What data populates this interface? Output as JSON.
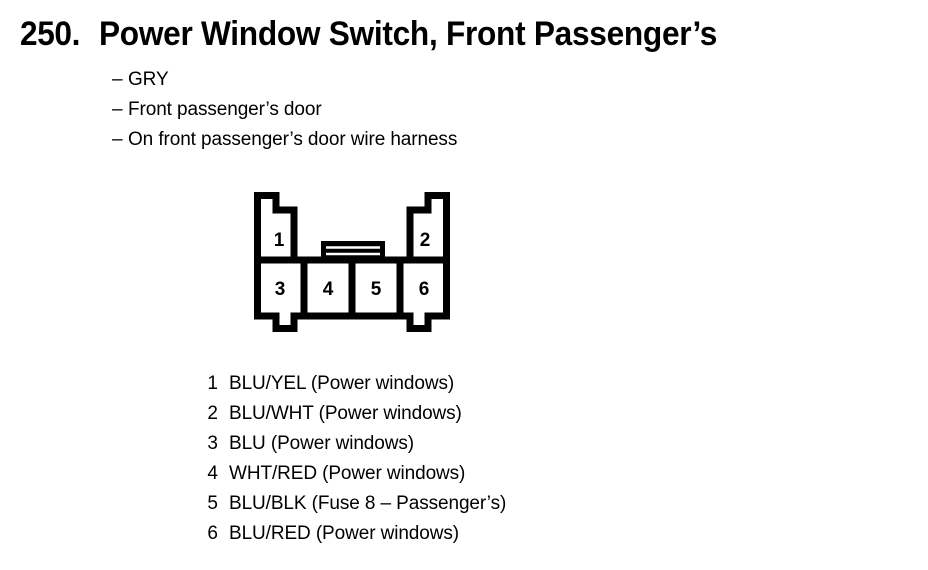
{
  "title": {
    "number": "250.",
    "text": "Power Window Switch, Front Passenger’s"
  },
  "description": {
    "bullet_char": "–",
    "items": [
      "GRY",
      "Front passenger’s door",
      "On front passenger’s door wire harness"
    ]
  },
  "connector": {
    "name": "6-pin connector",
    "top_row_pins": [
      "1",
      "2"
    ],
    "bottom_row_pins": [
      "3",
      "4",
      "5",
      "6"
    ],
    "latch": "center-latch-tab",
    "colors": {
      "outline": "#000000",
      "fill": "#ffffff"
    }
  },
  "legend": {
    "rows": [
      {
        "pin": "1",
        "desc": "BLU/YEL (Power windows)"
      },
      {
        "pin": "2",
        "desc": "BLU/WHT (Power windows)"
      },
      {
        "pin": "3",
        "desc": "BLU (Power windows)"
      },
      {
        "pin": "4",
        "desc": "WHT/RED (Power windows)"
      },
      {
        "pin": "5",
        "desc": "BLU/BLK (Fuse 8 – Passenger’s)"
      },
      {
        "pin": "6",
        "desc": "BLU/RED (Power windows)"
      }
    ]
  }
}
